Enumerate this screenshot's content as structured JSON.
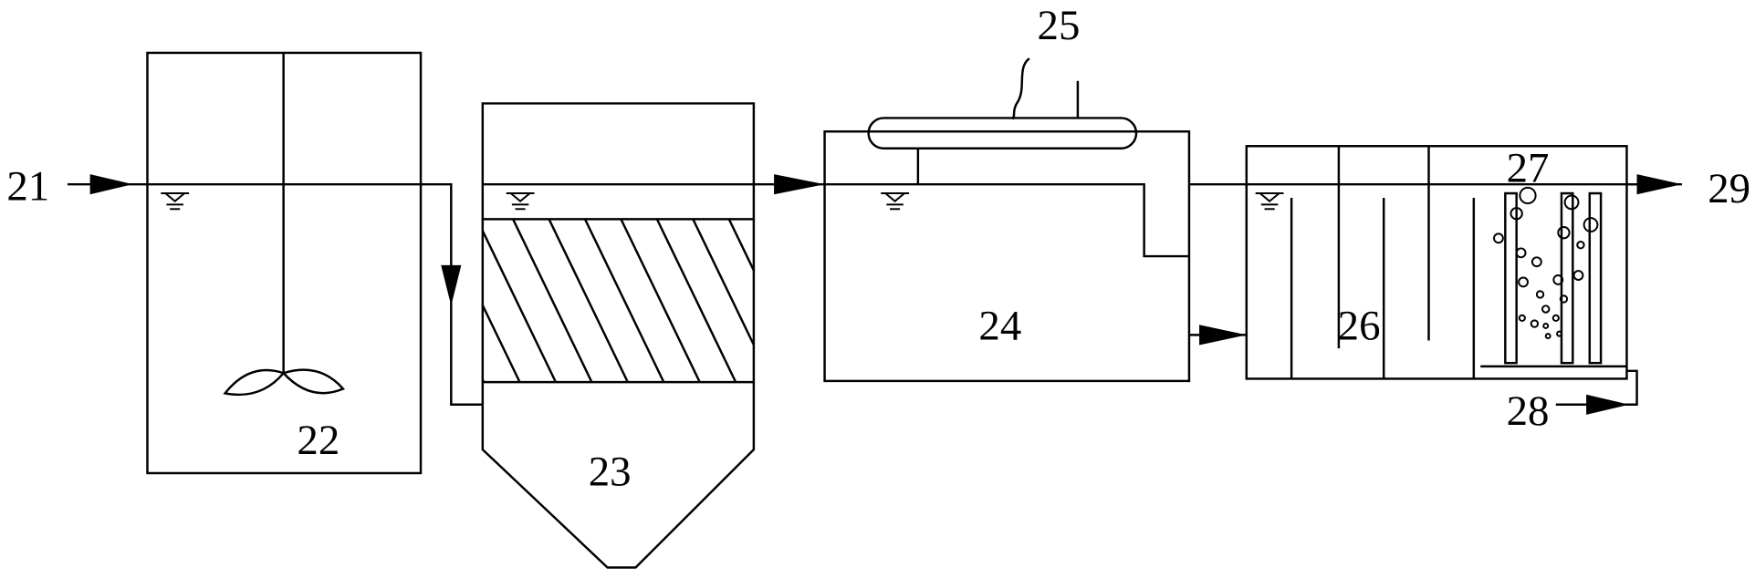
{
  "callouts": {
    "n21": "21",
    "n22": "22",
    "n23": "23",
    "n24": "24",
    "n25": "25",
    "n26": "26",
    "n27": "27",
    "n28": "28",
    "n29": "29"
  },
  "colors": {
    "line": "#000000",
    "background": "#ffffff"
  }
}
